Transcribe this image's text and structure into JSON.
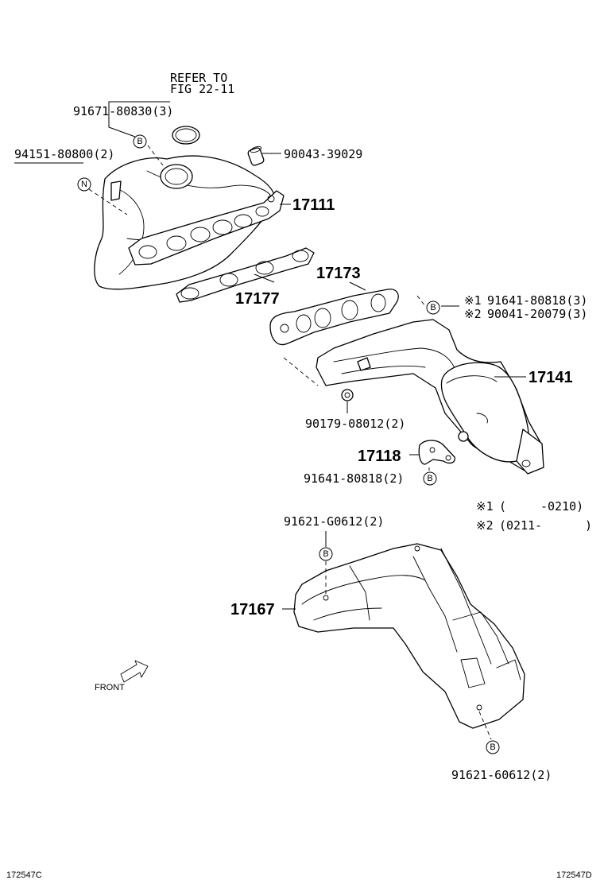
{
  "callouts": {
    "refer": [
      "REFER TO",
      "FIG 22-11"
    ],
    "bolt_manifold": "91671-80830(3)",
    "nut_n": "94151-80800(2)",
    "plug": "90043-39029",
    "manifold": "17111",
    "gasket_upper": "17173",
    "gasket_lower": "17177",
    "bolt_x1": "91641-80818(3)",
    "bolt_x2": "90041-20079(3)",
    "exhaust_manifold": "17141",
    "nut_exhaust": "90179-08012(2)",
    "bracket": "17118",
    "bolt_bracket": "91641-80818(2)",
    "bolt_heatshield_top": "91621-G0612(2)",
    "heat_shield": "17167",
    "bolt_heatshield_bottom": "91621-60612(2)"
  },
  "markers": {
    "b": "B",
    "n": "N",
    "x1": "※1",
    "x2": "※2"
  },
  "legend": {
    "row1_open": "(",
    "row1_code": "-0210)",
    "row2_code": "(0211-",
    "row2_close": ")"
  },
  "front_label": "FRONT",
  "footer": {
    "left_code": "172547C",
    "right_code": "172547D"
  }
}
